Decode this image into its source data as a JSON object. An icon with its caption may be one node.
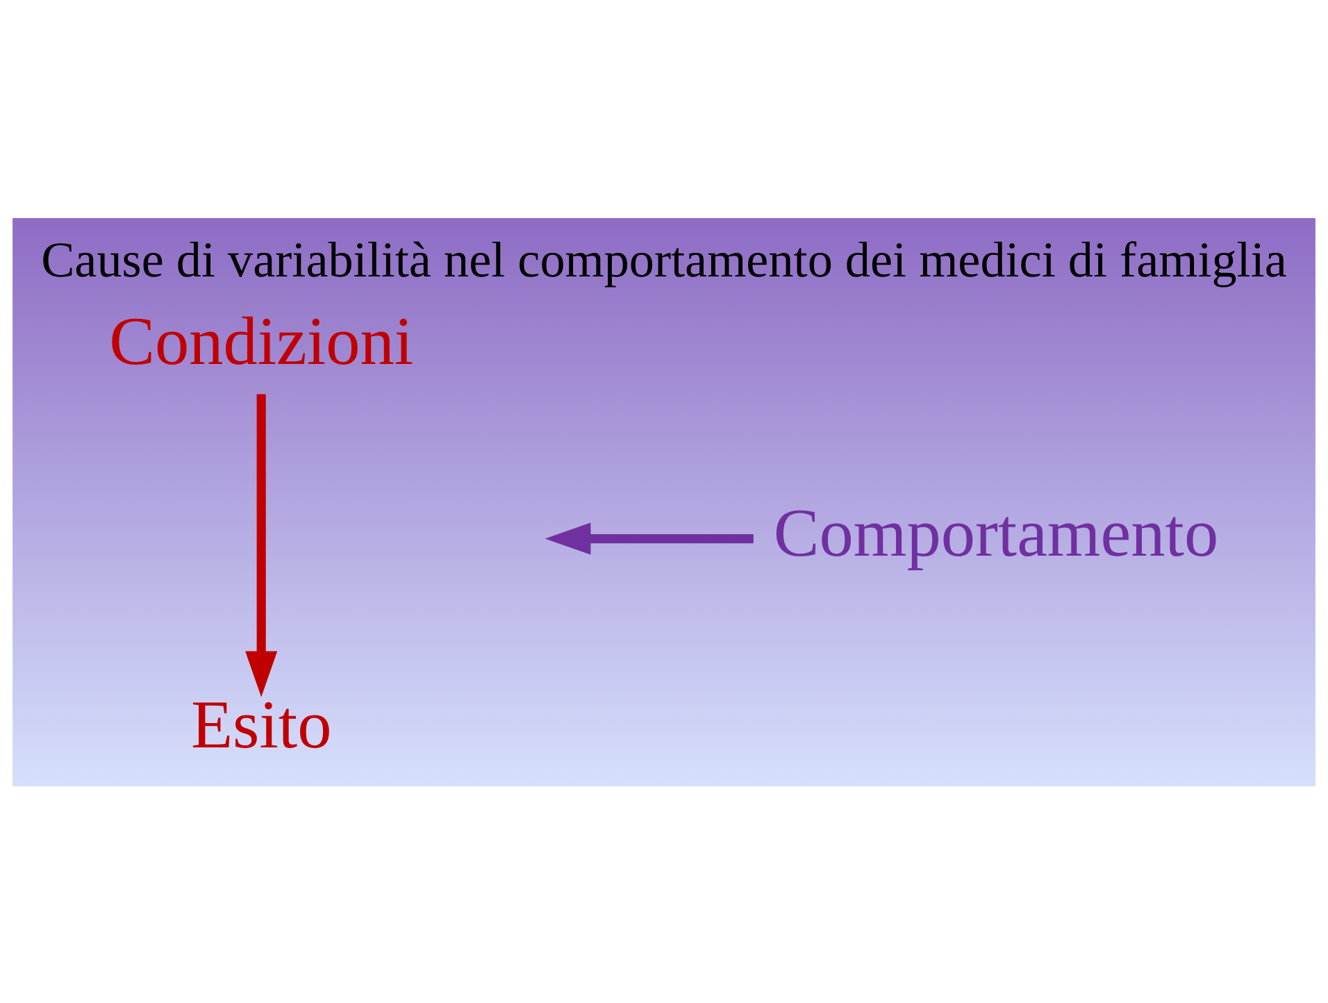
{
  "diagram": {
    "title": "Cause di variabilità nel comportamento dei medici di famiglia",
    "nodes": [
      {
        "text": [
          "Condizioni"
        ]
      },
      {
        "text": [
          "Esito"
        ]
      },
      {
        "text": [
          "Comportamento"
        ]
      }
    ],
    "edges": [
      {
        "from": 0,
        "to": 1,
        "arrow": "to",
        "color": "#c00000"
      },
      {
        "from": 2,
        "to": null,
        "arrow": "to",
        "color": "#7030a0"
      }
    ]
  }
}
